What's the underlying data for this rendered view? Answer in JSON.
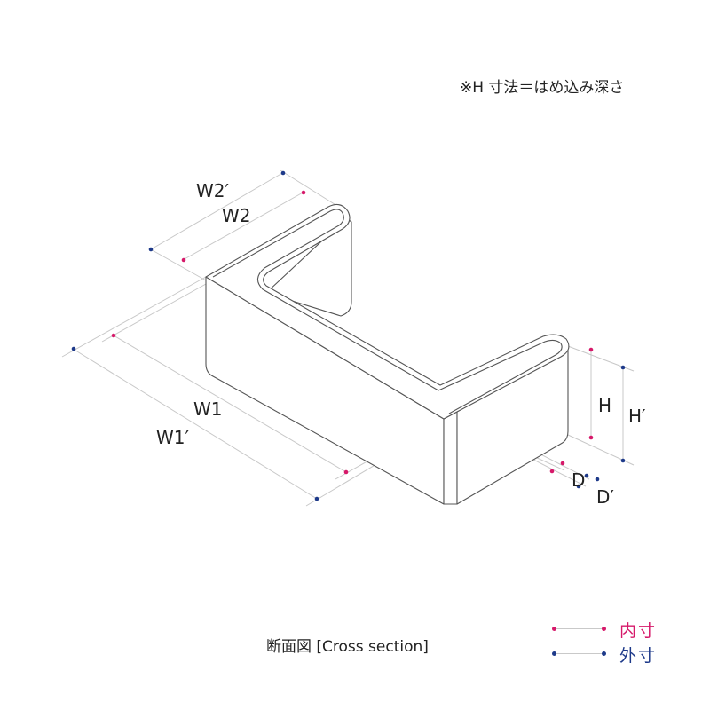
{
  "note": "※H 寸法＝はめ込み深さ",
  "caption": "断面図 [Cross section]",
  "labels": {
    "w2_outer": "W2′",
    "w2_inner": "W2",
    "w1_inner": "W1",
    "w1_outer": "W1′",
    "h_inner": "H",
    "h_outer": "H′",
    "d_inner": "D",
    "d_outer": "D′"
  },
  "legend": [
    {
      "label": "内寸",
      "color": "#d6196a"
    },
    {
      "label": "外寸",
      "color": "#1e3a8a"
    }
  ],
  "colors": {
    "inner": "#d6196a",
    "outer": "#1e3a8a",
    "stroke": "#555555",
    "dim_line": "#c8c8c8"
  }
}
